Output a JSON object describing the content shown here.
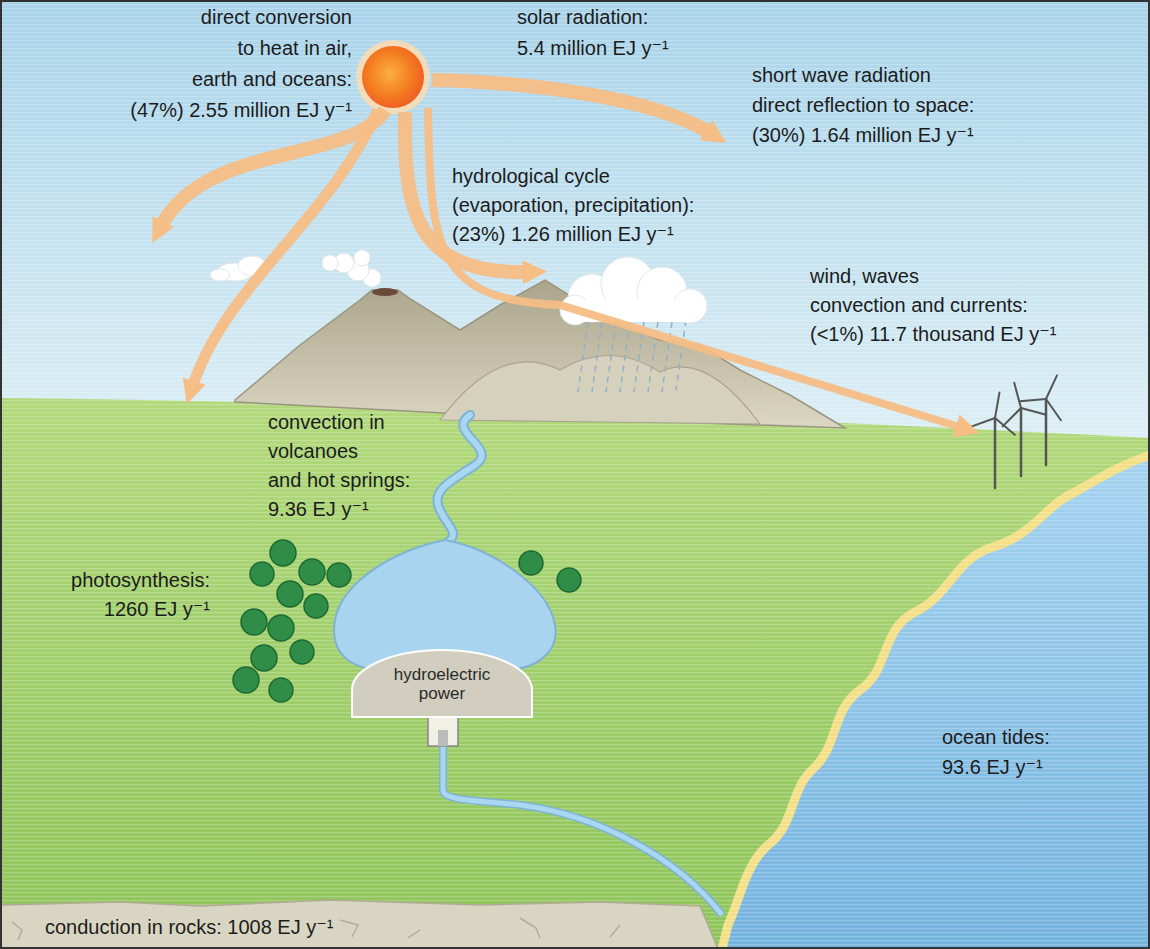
{
  "diagram": {
    "nodes": [
      {
        "text": [
          "hydroelectric power"
        ]
      }
    ],
    "labels": [
      "direct conversion to heat in air, earth and oceans: (47%) 2.55 million EJ y⁻¹",
      "solar radiation: 5.4 million EJ y⁻¹",
      "short wave radiation direct reflection to space: (30%) 1.64 million EJ y⁻¹",
      "hydrological cycle (evaporation, precipitation): (23%) 1.26 million EJ y⁻¹",
      "wind, waves convection and currents: (<1%) 11.7 thousand EJ y⁻¹",
      "convection in volcanoes and hot springs: 9.36 EJ y⁻¹",
      "photosynthesis: 1260 EJ y⁻¹",
      "ocean tides: 93.6 EJ y⁻¹",
      "conduction in rocks: 1008 EJ y⁻¹"
    ]
  }
}
